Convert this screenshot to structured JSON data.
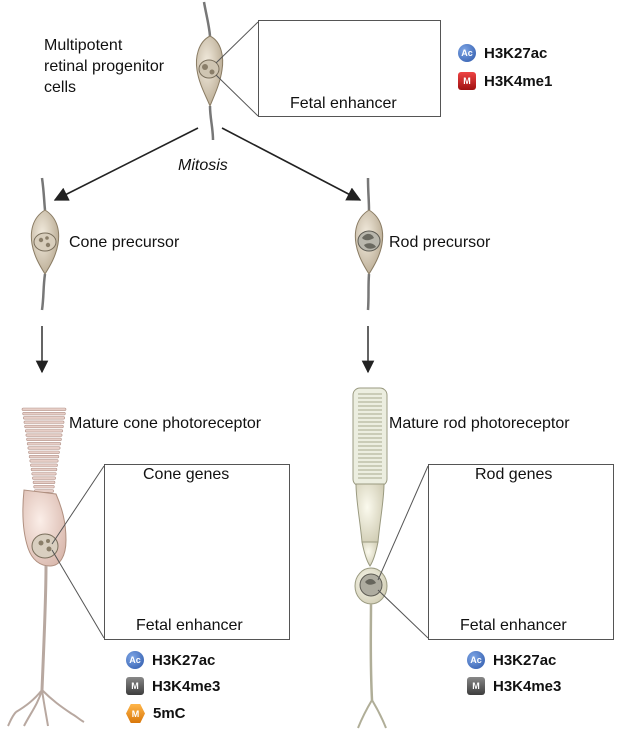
{
  "labels": {
    "progenitor_line1": "Multipotent",
    "progenitor_line2": "retinal progenitor",
    "progenitor_line3": "cells",
    "mitosis": "Mitosis",
    "cone_precursor": "Cone precursor",
    "rod_precursor": "Rod precursor",
    "mature_cone": "Mature cone photoreceptor",
    "mature_rod": "Mature rod photoreceptor"
  },
  "boxes": {
    "top": {
      "caption": "Fetal enhancer"
    },
    "cone": {
      "genes": "Cone genes",
      "enhancer": "Fetal enhancer"
    },
    "rod": {
      "genes": "Rod genes",
      "enhancer": "Fetal enhancer"
    }
  },
  "legend_top": [
    {
      "badge": "Ac",
      "text": "H3K27ac",
      "icon": "acetyl-icon"
    },
    {
      "badge": "M",
      "text": "H3K4me1",
      "icon": "methyl-red-icon"
    }
  ],
  "legend_cone": [
    {
      "badge": "Ac",
      "text": "H3K27ac",
      "icon": "acetyl-icon"
    },
    {
      "badge": "M",
      "text": "H3K4me3",
      "icon": "methyl-gray-icon"
    },
    {
      "badge": "M",
      "text": "5mC",
      "icon": "dna-methyl-icon"
    }
  ],
  "legend_rod": [
    {
      "badge": "Ac",
      "text": "H3K27ac",
      "icon": "acetyl-icon"
    },
    {
      "badge": "M",
      "text": "H3K4me3",
      "icon": "methyl-gray-icon"
    }
  ],
  "colors": {
    "ac": "#2b56a8",
    "me1": "#c01818",
    "me3": "#4a4a4a",
    "mc5": "#e8891a",
    "cone_factor_red": "#e03030",
    "cone_factor_magenta": "#d030c8",
    "rod_factor": "#18b050",
    "fetal_factor": "#e0c010",
    "nucleosome": "#d8c9a0"
  }
}
